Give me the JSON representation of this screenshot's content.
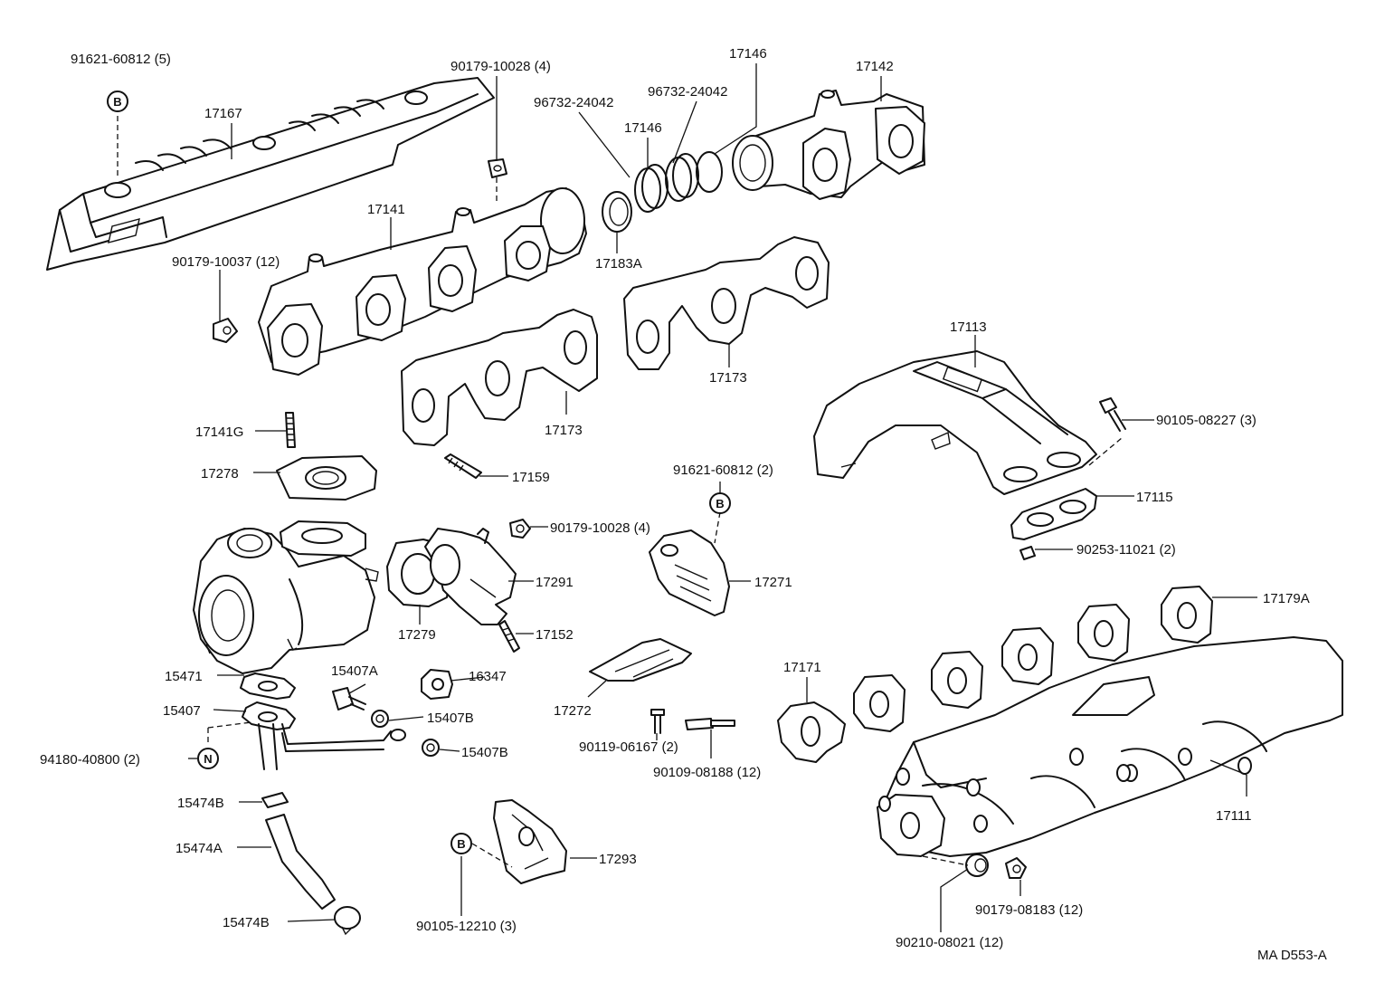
{
  "diagram_code": "MA D553-A",
  "markers": {
    "b": "B",
    "n": "N"
  },
  "labels": {
    "p91621_60812_5": "91621-60812 (5)",
    "p90179_10028_4_top": "90179-10028 (4)",
    "p96732_24042_a": "96732-24042",
    "p96732_24042_b": "96732-24042",
    "p17146_a": "17146",
    "p17146_b": "17146",
    "p17142": "17142",
    "p17167": "17167",
    "p17141": "17141",
    "p17183A": "17183A",
    "p90179_10037_12": "90179-10037 (12)",
    "p17173_a": "17173",
    "p17173_b": "17173",
    "p17113": "17113",
    "p90105_08227_3": "90105-08227 (3)",
    "p17141G": "17141G",
    "p17278": "17278",
    "p17159": "17159",
    "p91621_60812_2": "91621-60812 (2)",
    "p17115": "17115",
    "p90253_11021_2": "90253-11021 (2)",
    "p90179_10028_4_mid": "90179-10028 (4)",
    "p17291": "17291",
    "p17271": "17271",
    "p17179A": "17179A",
    "p17279": "17279",
    "p17152": "17152",
    "p15471": "15471",
    "p15407A": "15407A",
    "p16347": "16347",
    "p17272": "17272",
    "p17171": "17171",
    "p15407": "15407",
    "p15407B_a": "15407B",
    "p15407B_b": "15407B",
    "p90119_06167_2": "90119-06167 (2)",
    "p94180_40800_2": "94180-40800 (2)",
    "p90109_08188_12": "90109-08188 (12)",
    "p17111": "17111",
    "p15474B_a": "15474B",
    "p15474A": "15474A",
    "p17293": "17293",
    "p15474B_b": "15474B",
    "p90105_12210_3": "90105-12210 (3)",
    "p90179_08183_12": "90179-08183 (12)",
    "p90210_08021_12": "90210-08021 (12)"
  }
}
